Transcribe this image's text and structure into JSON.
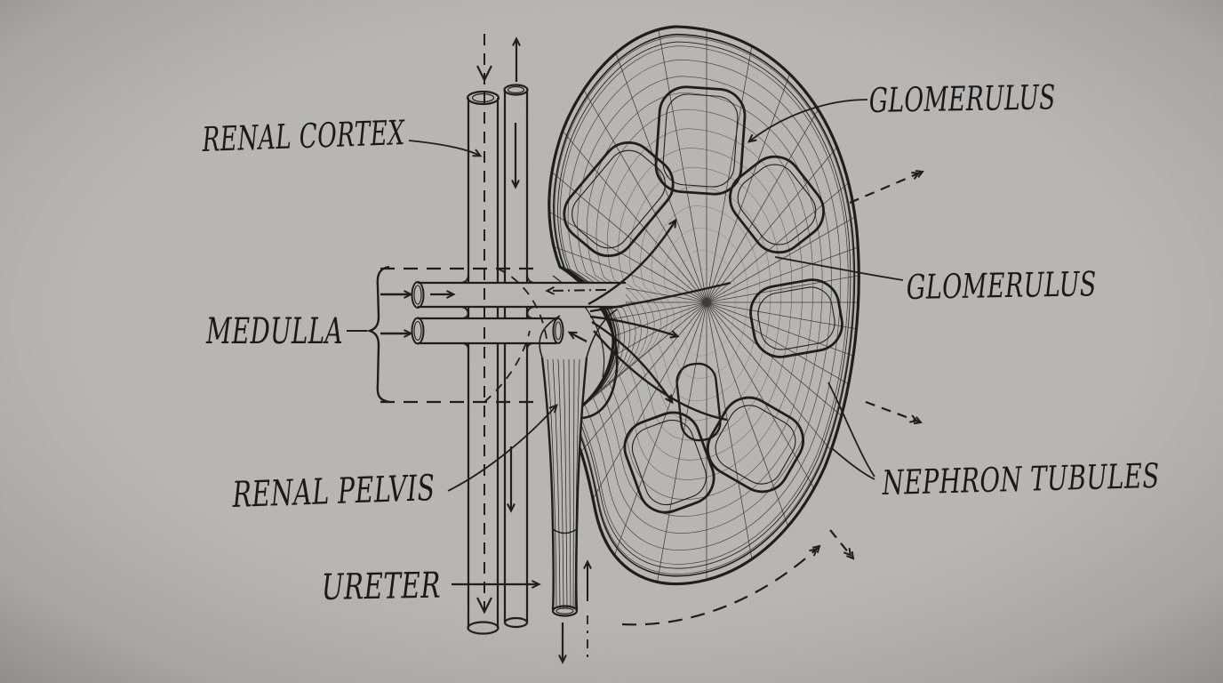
{
  "diagram": {
    "type": "anatomical-line-drawing",
    "subject": "Human kidney longitudinal cross-section, hand-drawn blueprint sketch on gray paper",
    "labels": {
      "renal_cortex": "RENAL CORTEX",
      "glomerulus_upper": "GLOMERULUS",
      "glomerulus_mid": "GLOMERULUS",
      "medulla": "MEDULLA",
      "renal_pelvis": "RENAL PELVIS",
      "ureter": "URETER",
      "nephron_tubules": "NEPHRON TUBULES"
    },
    "style": {
      "paper_color": "#c6c5c1",
      "ink_color": "#21211e",
      "vignette_color": "#3a3934"
    }
  }
}
